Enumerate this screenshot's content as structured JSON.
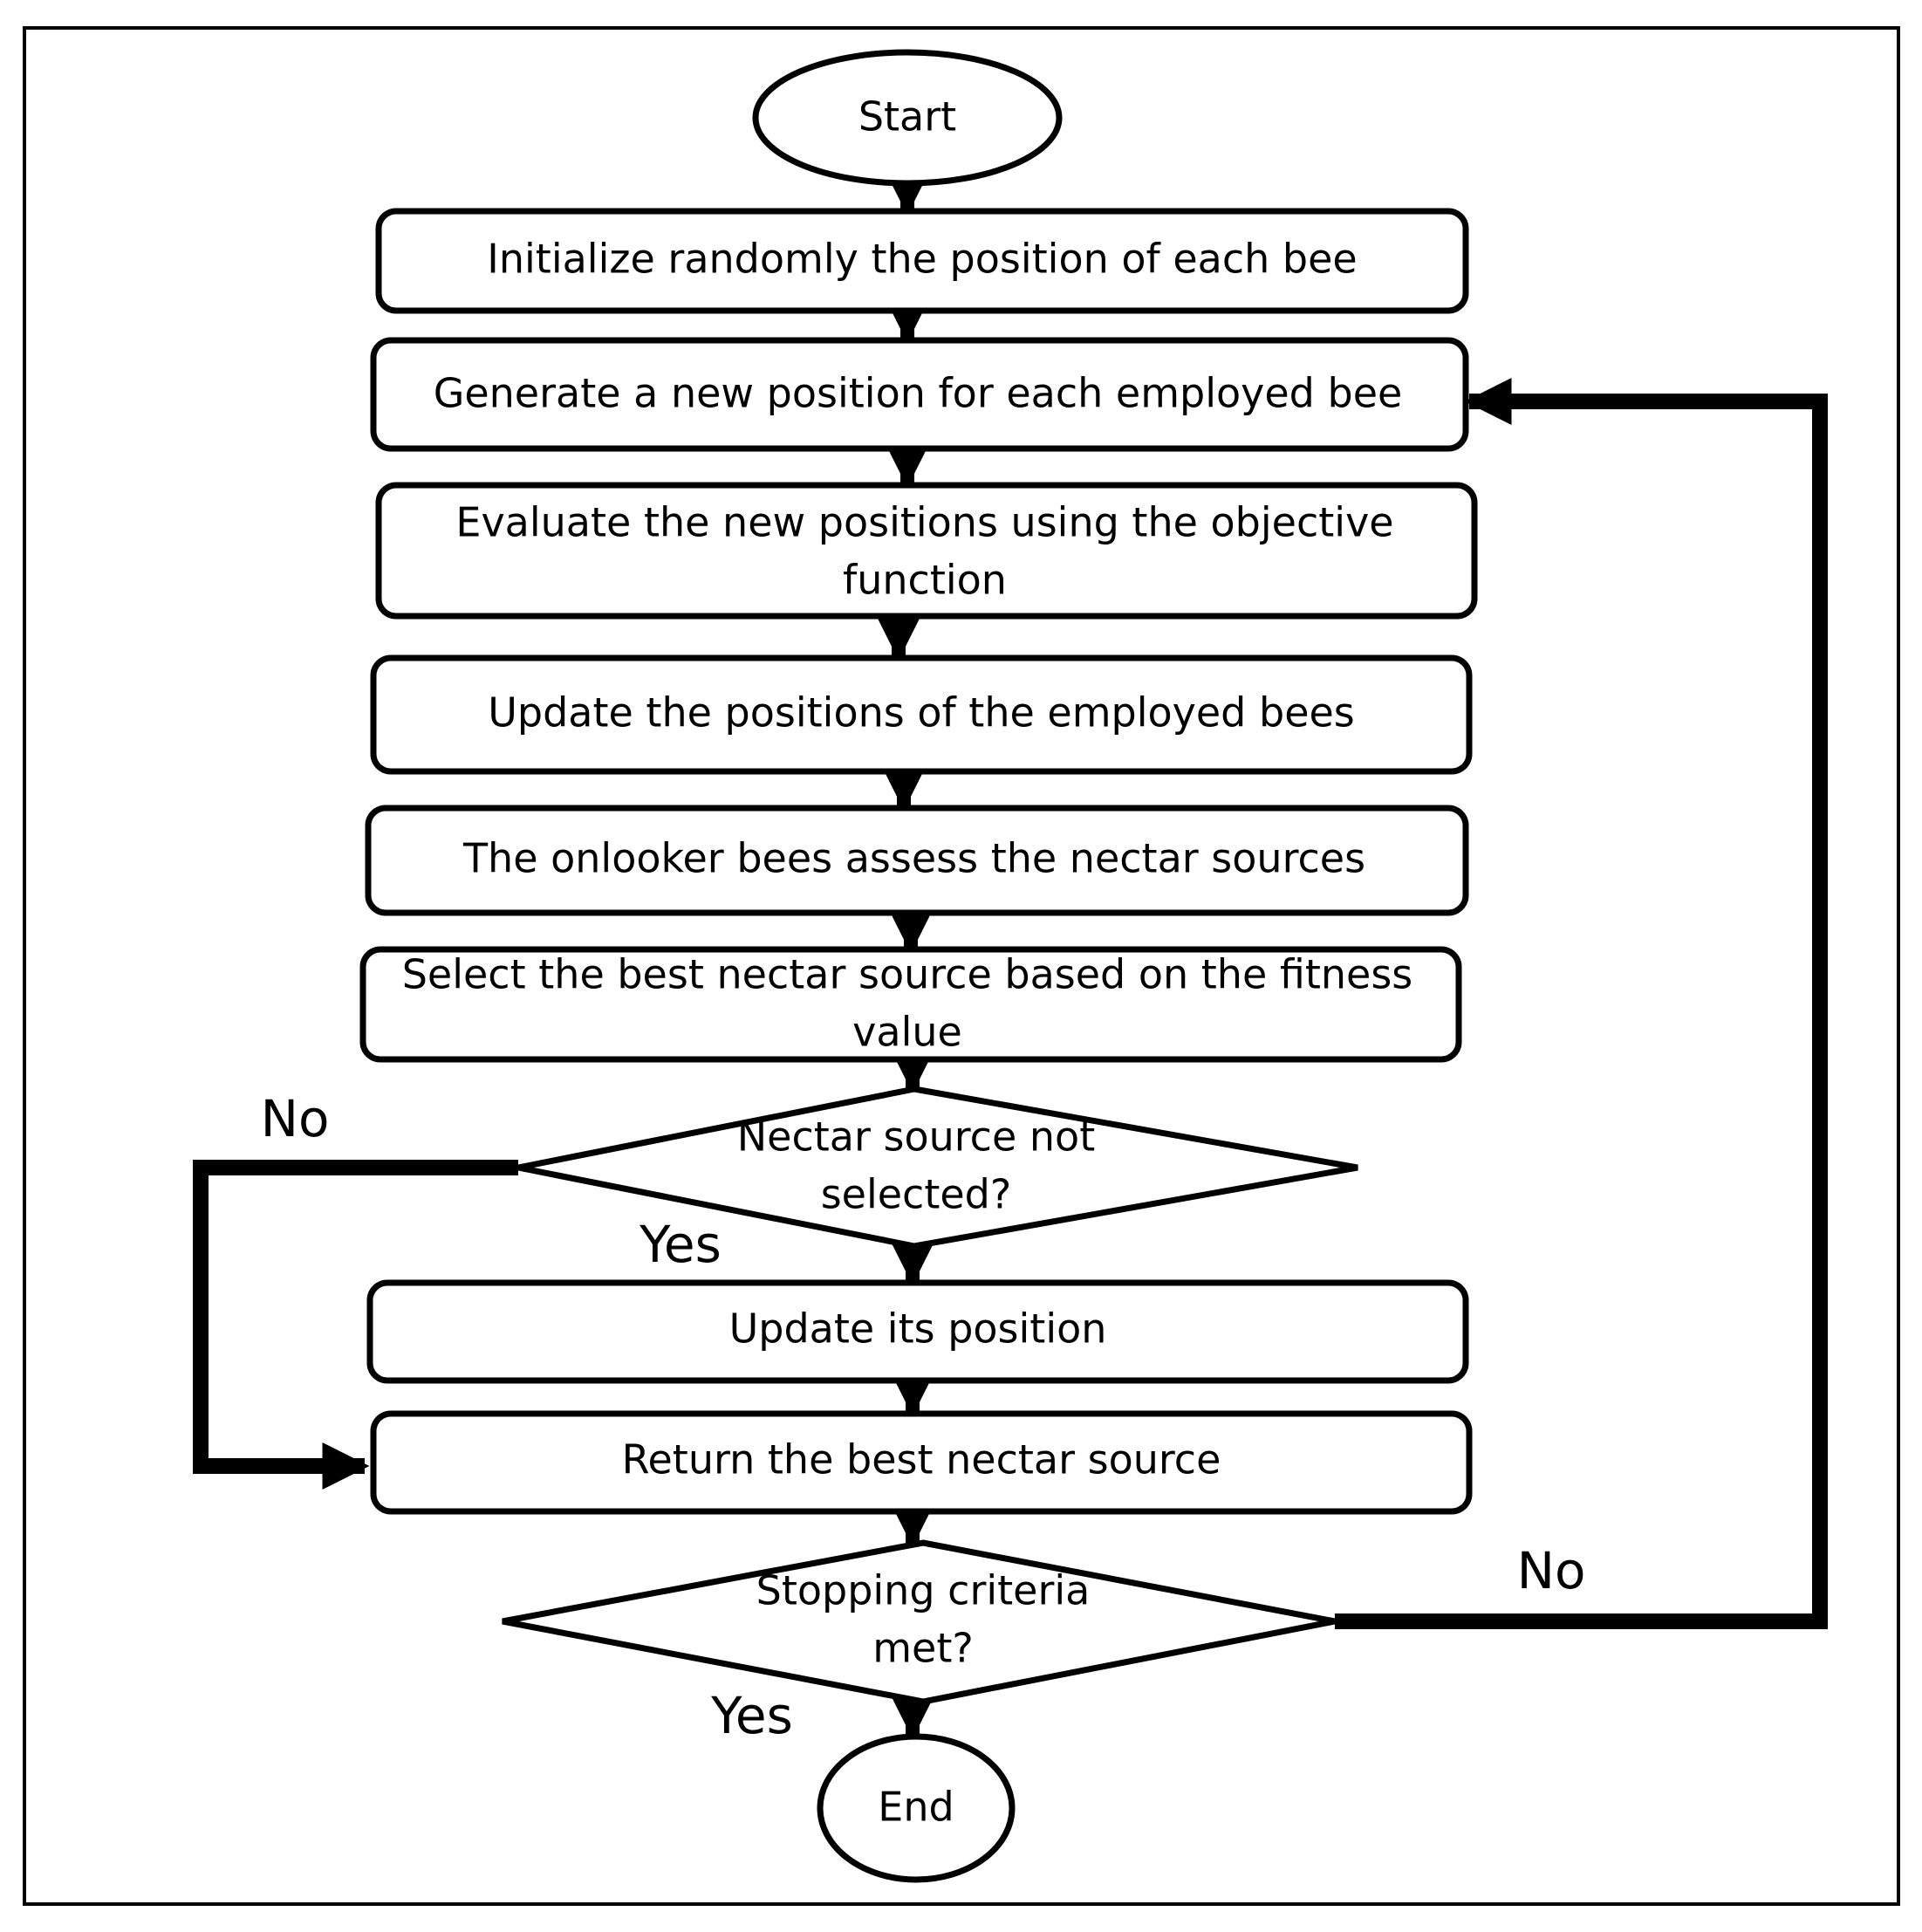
{
  "flowchart": {
    "start": "Start",
    "steps": {
      "initialize": "Initialize randomly the position of each bee",
      "generate": "Generate a new position for each employed bee",
      "evaluate_line1": "Evaluate the new positions using the objective",
      "evaluate_line2": "function",
      "update_employed": "Update the positions of the employed bees",
      "onlooker": "The onlooker bees assess the nectar sources",
      "select_line1": "Select the best nectar source based on the fitness",
      "select_line2": "value",
      "update_its": "Update its position",
      "return_best": "Return the best nectar source"
    },
    "decisions": {
      "nectar_line1": "Nectar source not",
      "nectar_line2": "selected?",
      "stopping_line1": "Stopping criteria",
      "stopping_line2": "met?"
    },
    "branch_labels": {
      "nectar_no": "No",
      "nectar_yes": "Yes",
      "stopping_no": "No",
      "stopping_yes": "Yes"
    },
    "end": "End"
  }
}
